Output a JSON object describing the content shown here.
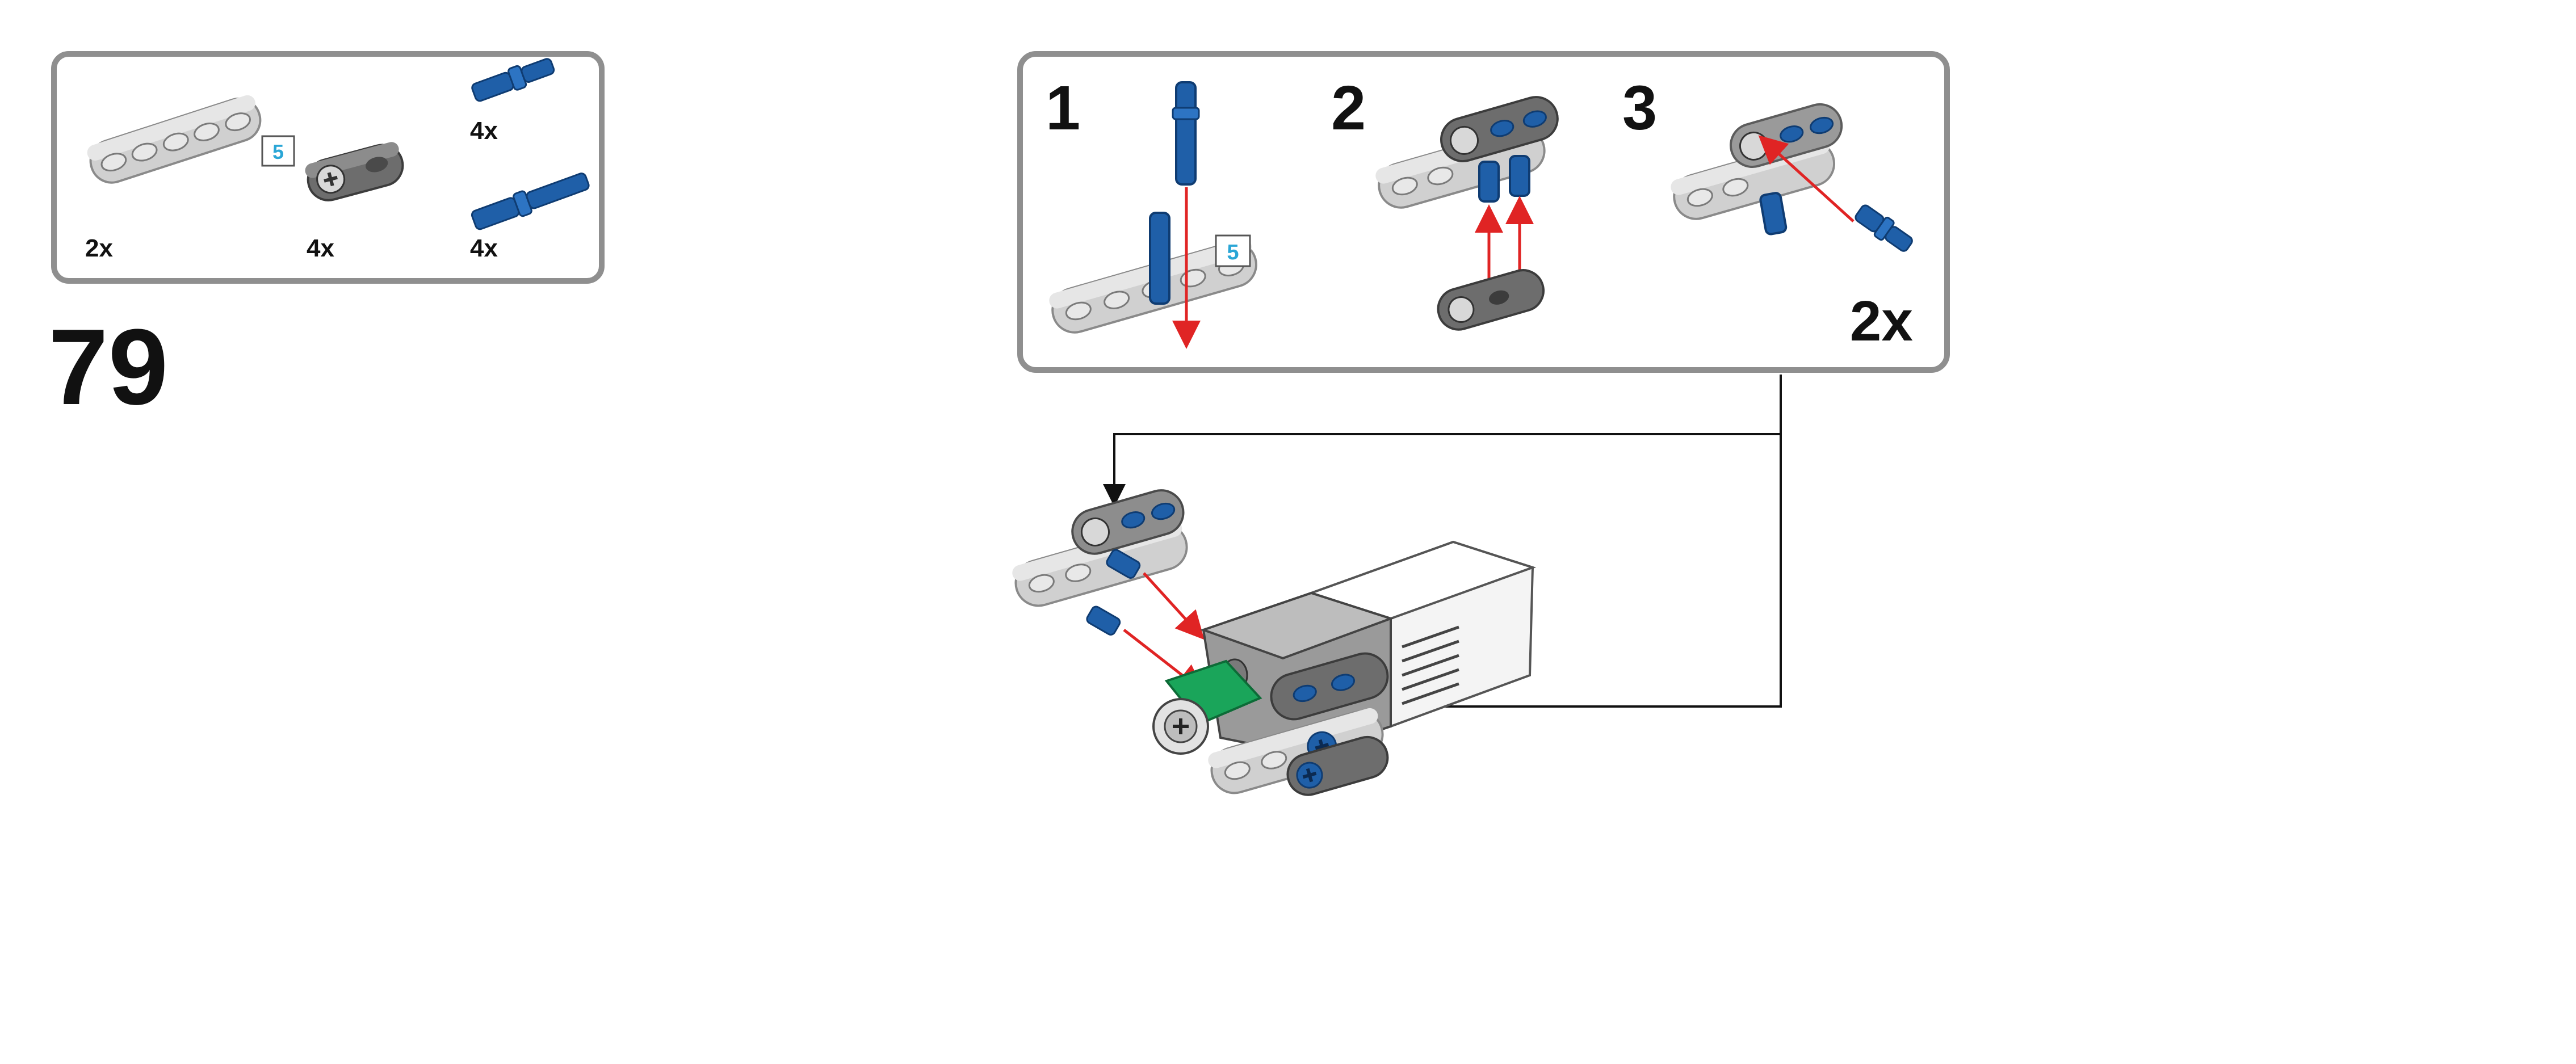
{
  "step_number": "79",
  "parts_list": {
    "items": [
      {
        "name": "beam-5-light-gray",
        "qty": "2x",
        "length_tag": "5"
      },
      {
        "name": "angled-beam-dark-gray",
        "qty": "4x"
      },
      {
        "name": "short-blue-pin",
        "qty": "4x"
      },
      {
        "name": "long-blue-axle-pin",
        "qty": "4x"
      }
    ]
  },
  "sub_assembly": {
    "steps": [
      {
        "number": "1",
        "length_tag": "5"
      },
      {
        "number": "2"
      },
      {
        "number": "3"
      }
    ],
    "multiplier": "2x"
  },
  "colors": {
    "panel_border": "#8f8f8f",
    "arrow_red": "#e02424",
    "pin_blue": "#1f5fa8",
    "beam_light": "#c9c9c9",
    "beam_dark": "#6d6d6d",
    "length_tag_text": "#2aa6d6",
    "motor_white": "#f4f4f4",
    "connector_green": "#1aa55a"
  },
  "icons": [
    "beam-5-icon",
    "angled-beam-icon",
    "short-pin-icon",
    "axle-pin-icon",
    "motor-icon"
  ]
}
